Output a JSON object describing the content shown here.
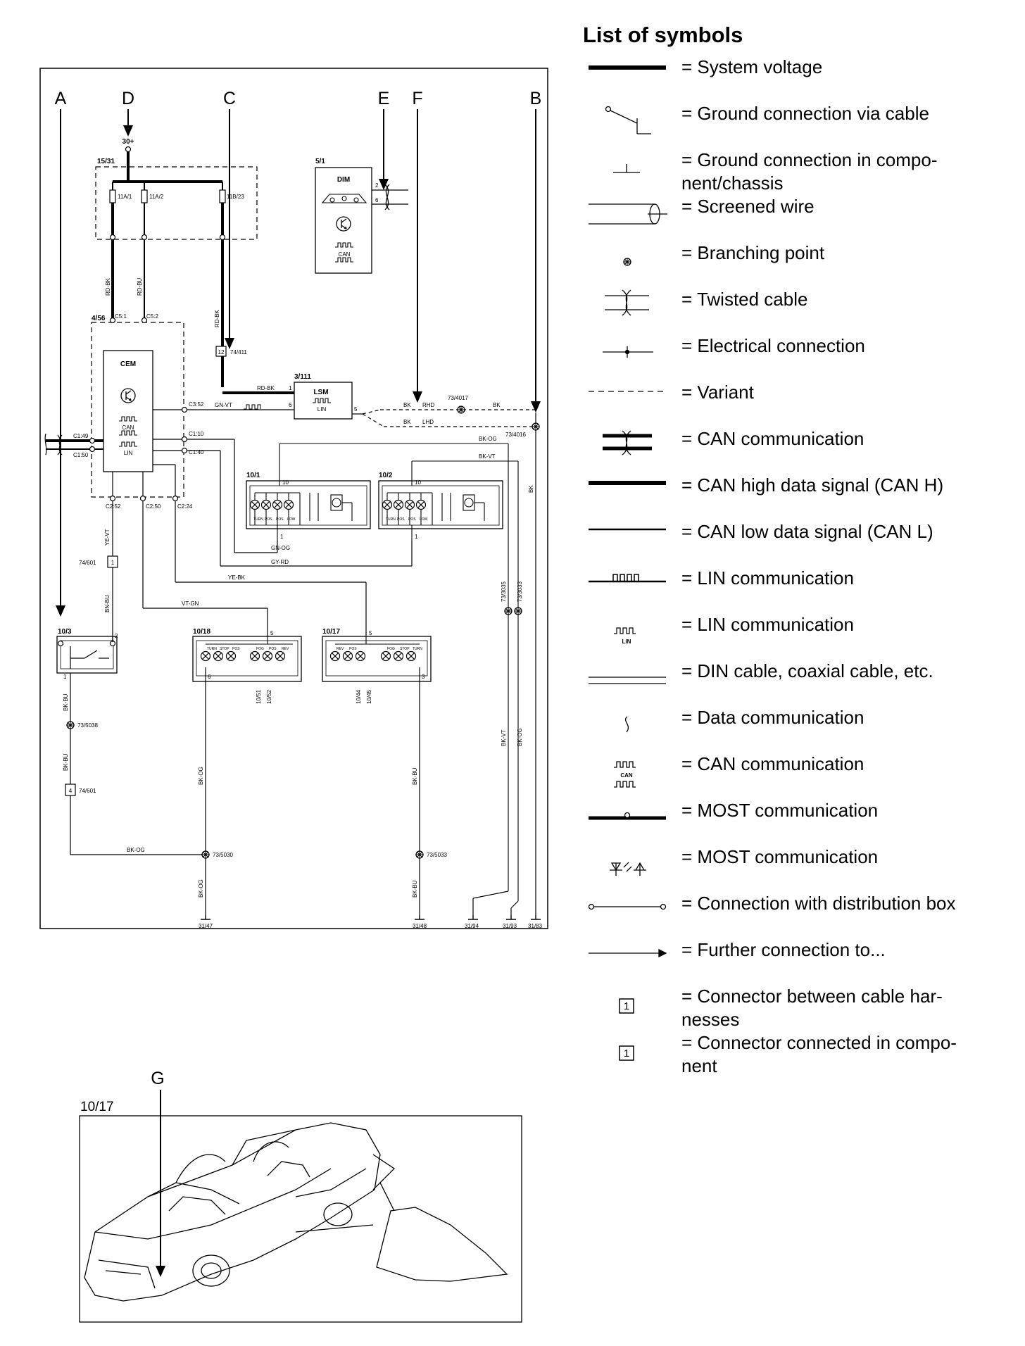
{
  "legend": {
    "title": "List of symbols",
    "items": [
      {
        "icon": "system-voltage-line-icon",
        "text": "= System voltage"
      },
      {
        "icon": "ground-via-cable-icon",
        "text": "= Ground connection via cable"
      },
      {
        "icon": "ground-in-component-icon",
        "text": "= Ground connection in compo-",
        "text2": "nent/chassis"
      },
      {
        "icon": "screened-wire-icon",
        "text": "= Screened wire"
      },
      {
        "icon": "branching-point-icon",
        "text": "= Branching point"
      },
      {
        "icon": "twisted-cable-icon",
        "text": "= Twisted cable"
      },
      {
        "icon": "electrical-connection-icon",
        "text": "= Electrical connection"
      },
      {
        "icon": "variant-dashed-line-icon",
        "text": "= Variant"
      },
      {
        "icon": "can-communication-twisted-icon",
        "text": "= CAN communication"
      },
      {
        "icon": "can-high-line-icon",
        "text": "= CAN high data signal (CAN H)"
      },
      {
        "icon": "can-low-line-icon",
        "text": "= CAN low data signal (CAN L)"
      },
      {
        "icon": "lin-pulse-line-icon",
        "text": "= LIN communication"
      },
      {
        "icon": "lin-symbol-icon",
        "text": "= LIN communication"
      },
      {
        "icon": "din-coaxial-cable-icon",
        "text": "= DIN cable, coaxial cable, etc."
      },
      {
        "icon": "data-communication-icon",
        "text": "= Data communication"
      },
      {
        "icon": "can-symbol-icon",
        "text": "= CAN communication"
      },
      {
        "icon": "most-line-icon",
        "text": "= MOST communication"
      },
      {
        "icon": "most-diodes-icon",
        "text": "= MOST communication"
      },
      {
        "icon": "distribution-box-connection-icon",
        "text": "= Connection with distribution box"
      },
      {
        "icon": "further-connection-arrow-icon",
        "text": "= Further connection to..."
      },
      {
        "icon": "connector-between-harnesses-icon",
        "text": "= Connector between cable har-",
        "text2": "nesses"
      },
      {
        "icon": "connector-in-component-icon",
        "text": "= Connector connected in compo-",
        "text2": "nent"
      }
    ],
    "connector_num": "1"
  },
  "diagram": {
    "letters": {
      "a": "A",
      "b": "B",
      "c": "C",
      "d": "D",
      "e": "E",
      "f": "F"
    },
    "labels": {
      "supply": "30+",
      "fusebox": "15/31",
      "fuse1": "11A/1",
      "fuse2": "11A/2",
      "fuse3": "11B/23",
      "dim_ref": "5/1",
      "dim_name": "DIM",
      "can": "CAN",
      "cem_ref": "4/56",
      "cem_name": "CEM",
      "lin": "LIN",
      "lsm_ref": "3/111",
      "lsm_name": "LSM",
      "c_74_411": "74/411",
      "b_73_4017": "73/4017",
      "b_73_4016": "73/4016",
      "rhd": "RHD",
      "lhd": "LHD",
      "ref_10_1": "10/1",
      "ref_10_2": "10/2",
      "ref_10_3": "10/3",
      "ref_10_18": "10/18",
      "ref_10_17": "10/17",
      "c_74_601": "74/601",
      "b_73_5038": "73/5038",
      "b_73_5030": "73/5030",
      "b_73_5033": "73/5033",
      "b_73_3035": "73/3035",
      "b_73_3033": "73/3033",
      "g_31_47": "31/47",
      "g_31_48": "31/48",
      "g_31_94": "31/94",
      "g_31_93": "31/93",
      "g_31_83": "31/83",
      "ref_10_51": "10/51",
      "ref_10_52": "10/52",
      "ref_10_44": "10/44",
      "ref_10_45": "10/45",
      "pin_c5_1": "C5:1",
      "pin_c5_2": "C5:2",
      "pin_c3_52": "C3:52",
      "pin_c1_10": "C1:10",
      "pin_c1_40": "C1:40",
      "pin_c1_49": "C1:49",
      "pin_c1_50": "C1:50",
      "pin_c2_52": "C2:52",
      "pin_c2_50": "C2:50",
      "pin_c2_24": "C2:24",
      "w_rd_bk": "RD-BK",
      "w_rd_bu": "RD-BU",
      "w_gn_vt": "GN-VT",
      "w_bk": "BK",
      "w_bk_og": "BK-OG",
      "w_bk_vt": "BK-VT",
      "w_gn_og": "GN-OG",
      "w_gy_rd": "GY-RD",
      "w_ye_bk": "YE-BK",
      "w_vt_gn": "VT-GN",
      "w_ye_vt": "YE-VT",
      "w_bn_bu": "BN-BU",
      "w_bk_bu": "BK-BU",
      "turn": "TURN",
      "stop": "STOP",
      "fog": "FOG",
      "rev": "REV",
      "pos": "POS",
      "low": "LOW"
    }
  },
  "locator": {
    "letter": "G",
    "ref": "10/17"
  }
}
